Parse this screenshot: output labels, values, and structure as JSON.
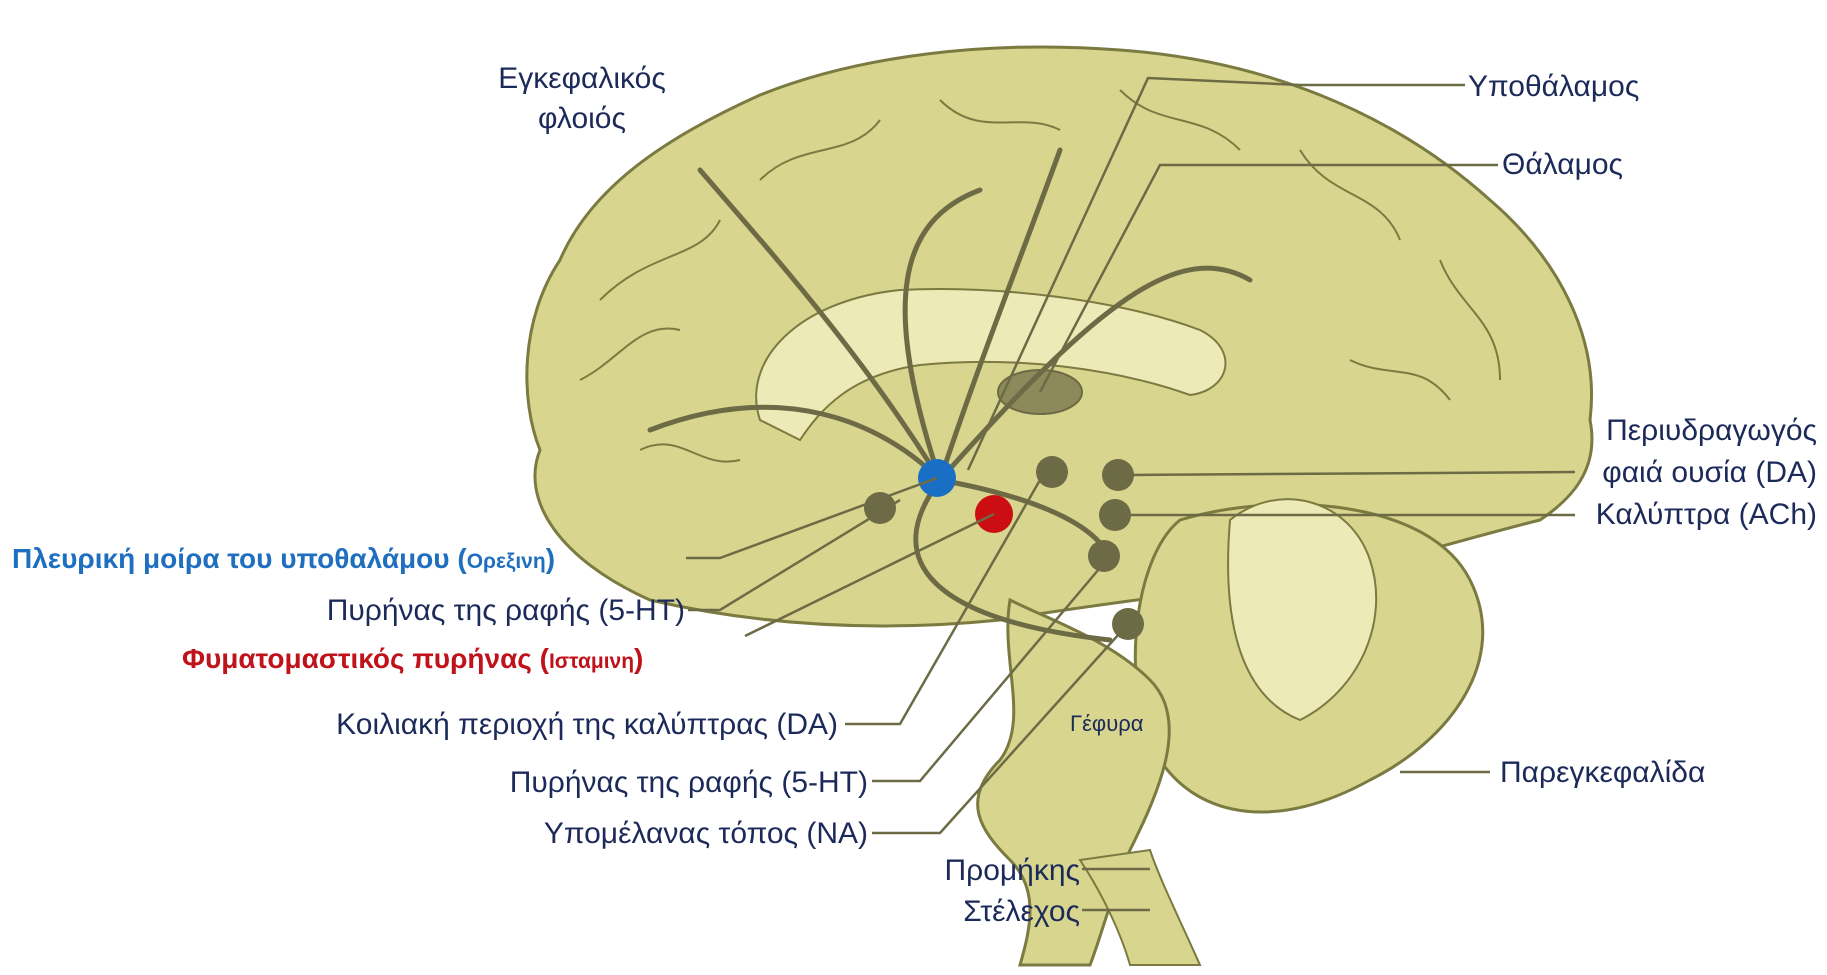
{
  "labels": {
    "cortex_line1": "Εγκεφαλικός",
    "cortex_line2": "φλοιός",
    "hypothalamus": "Υποθάλαμος",
    "thalamus": "Θάλαμος",
    "pag_line1": "Περιυδραγωγός",
    "pag_line2": "φαιά ουσία (DA)",
    "tectum": "Καλύπτρα (ACh)",
    "lateral_hypothalamus": "Πλευρική μοίρα του υποθαλάμου (",
    "lateral_hypothalamus_tag": "Ορεξινη",
    "lateral_hypothalamus_end": ")",
    "raphe_1": "Πυρήνας της ραφής (5-HT)",
    "tuberomammillary": "Φυματομαστικός πυρήνας (",
    "tuberomammillary_tag": "Ισταμινη",
    "tuberomammillary_end": ")",
    "vta": "Κοιλιακή περιοχή της καλύπτρας (DA)",
    "raphe_2": "Πυρήνας της ραφής (5-HT)",
    "locus_coeruleus": "Υπομέλανας τόπος (NA)",
    "pons": "Γέφυρα",
    "cerebellum": "Παρεγκεφαλίδα",
    "medulla": "Προμήκης",
    "stem": "Στέλεχος"
  },
  "colors": {
    "brain_fill": "#d7d58e",
    "brain_stroke": "#7b7a40",
    "nucleus": "#6d6b45",
    "orexin_dot": "#1a6fc4",
    "histamine_dot": "#cc0e12",
    "leader": "#6d6b45"
  }
}
